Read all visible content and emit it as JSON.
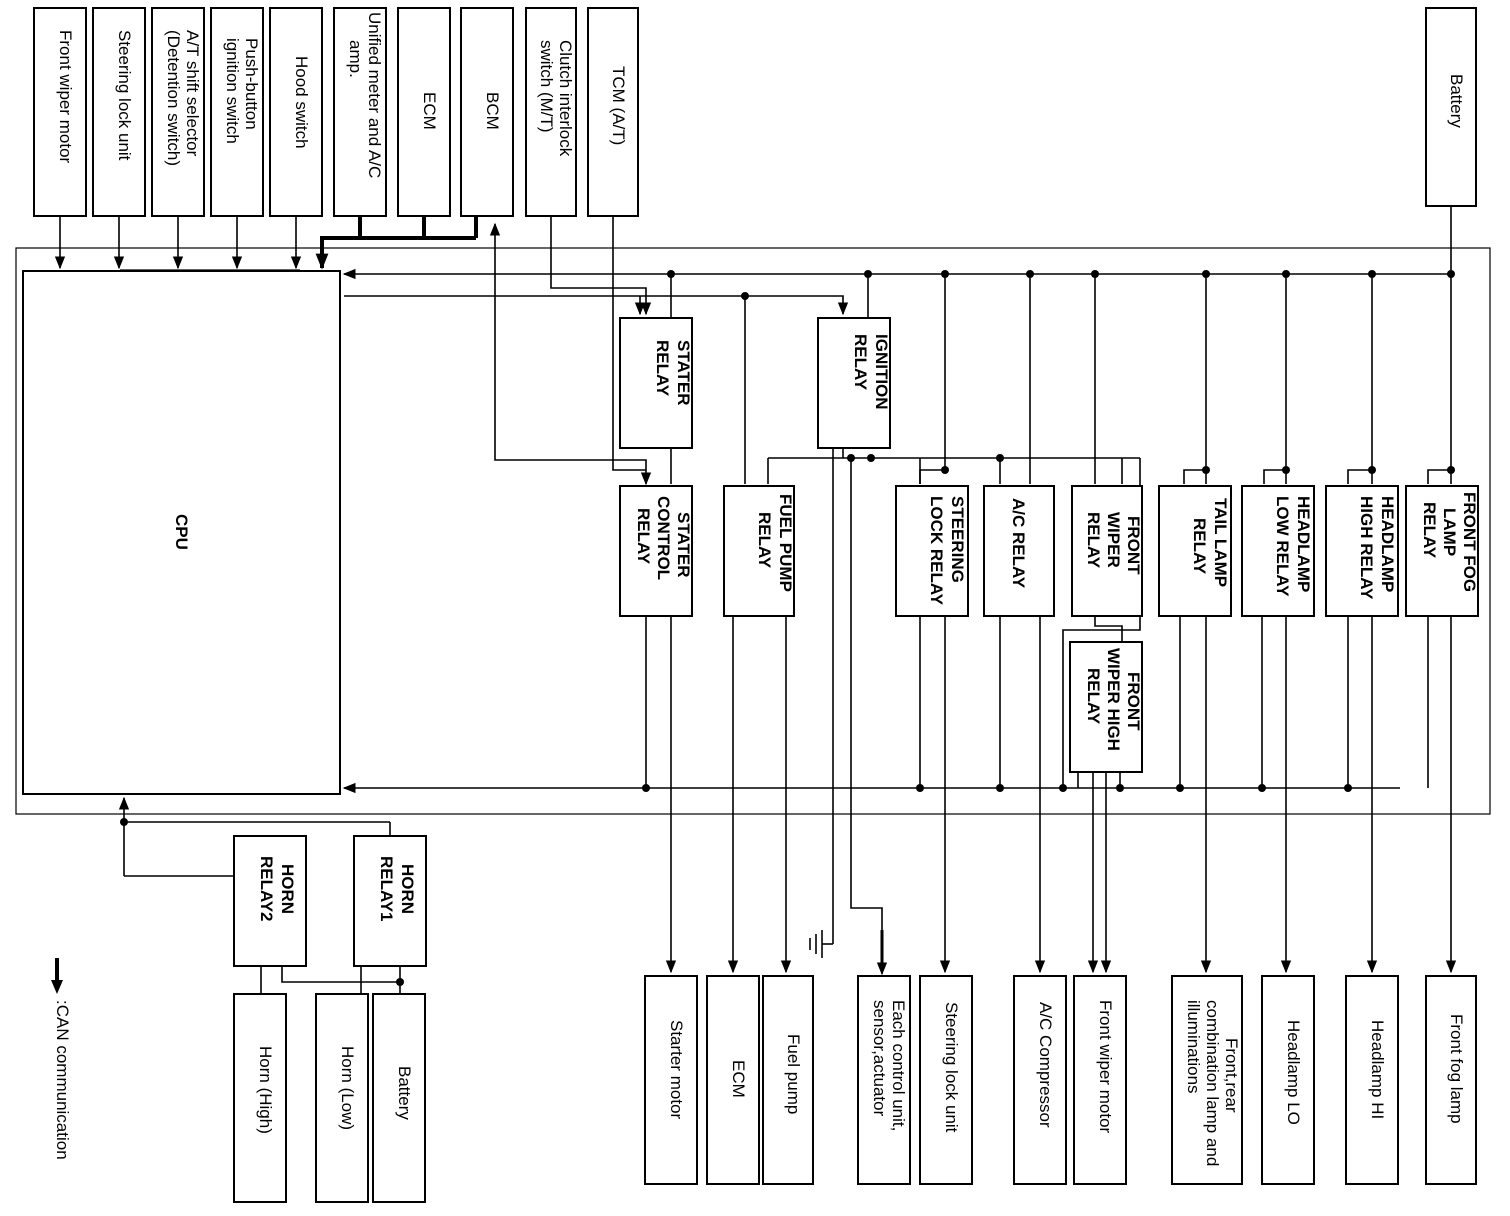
{
  "inputs": {
    "front_wiper_motor": "Front wiper motor",
    "steering_lock_unit": "Steering lock unit",
    "at_shift_selector": [
      "A/T shift selector",
      "(Detention switch)"
    ],
    "push_button_ignition": [
      "Push-button",
      "ignition switch"
    ],
    "hood_switch": "Hood switch",
    "unified_meter": [
      "Unified meter and A/C",
      "amp."
    ],
    "ecm": "ECM",
    "bcm": "BCM",
    "clutch_interlock": [
      "Clutch interlock",
      "switch (M/T)"
    ],
    "tcm": "TCM (A/T)",
    "battery": "Battery"
  },
  "ipdm": {
    "cpu": "CPU",
    "relays": {
      "stater": [
        "STATER",
        "RELAY"
      ],
      "ignition": [
        "IGNITION",
        "RELAY"
      ],
      "stater_control": [
        "STATER",
        "CONTROL",
        "RELAY"
      ],
      "fuel_pump": [
        "FUEL PUMP",
        "RELAY"
      ],
      "steering_lock": [
        "STEERING",
        "LOCK RELAY"
      ],
      "ac": [
        "A/C RELAY"
      ],
      "front_wiper": [
        "FRONT",
        "WIPER",
        "RELAY"
      ],
      "tail_lamp": [
        "TAIL LAMP",
        "RELAY"
      ],
      "headlamp_low": [
        "HEADLAMP",
        "LOW RELAY"
      ],
      "headlamp_high": [
        "HEADLAMP",
        "HIGH RELAY"
      ],
      "front_fog": [
        "FRONT FOG",
        "LAMP",
        "RELAY"
      ],
      "front_wiper_high": [
        "FRONT",
        "WIPER HIGH",
        "RELAY"
      ]
    }
  },
  "horn": {
    "relay2": [
      "HORN",
      "RELAY2"
    ],
    "relay1": [
      "HORN",
      "RELAY1"
    ],
    "horn_high": "Horn (High)",
    "horn_low": "Horn (Low)",
    "battery": "Battery"
  },
  "outputs": {
    "starter_motor": "Starter motor",
    "ecm": "ECM",
    "fuel_pump": "Fuel pump",
    "each_control_unit": [
      "Each control unit,",
      "sensor,actuator"
    ],
    "steering_lock_unit": "Steering lock unit",
    "ac_compressor": "A/C Compressor",
    "front_wiper_motor": "Front wiper motor",
    "combination_lamp": [
      "Front,rear",
      "combination lamp and",
      "illuminations"
    ],
    "headlamp_lo": "Headlamp LO",
    "headlamp_hi": "Headlamp HI",
    "front_fog_lamp": "Front fog lamp"
  },
  "legend": {
    "can": ":CAN communication"
  }
}
